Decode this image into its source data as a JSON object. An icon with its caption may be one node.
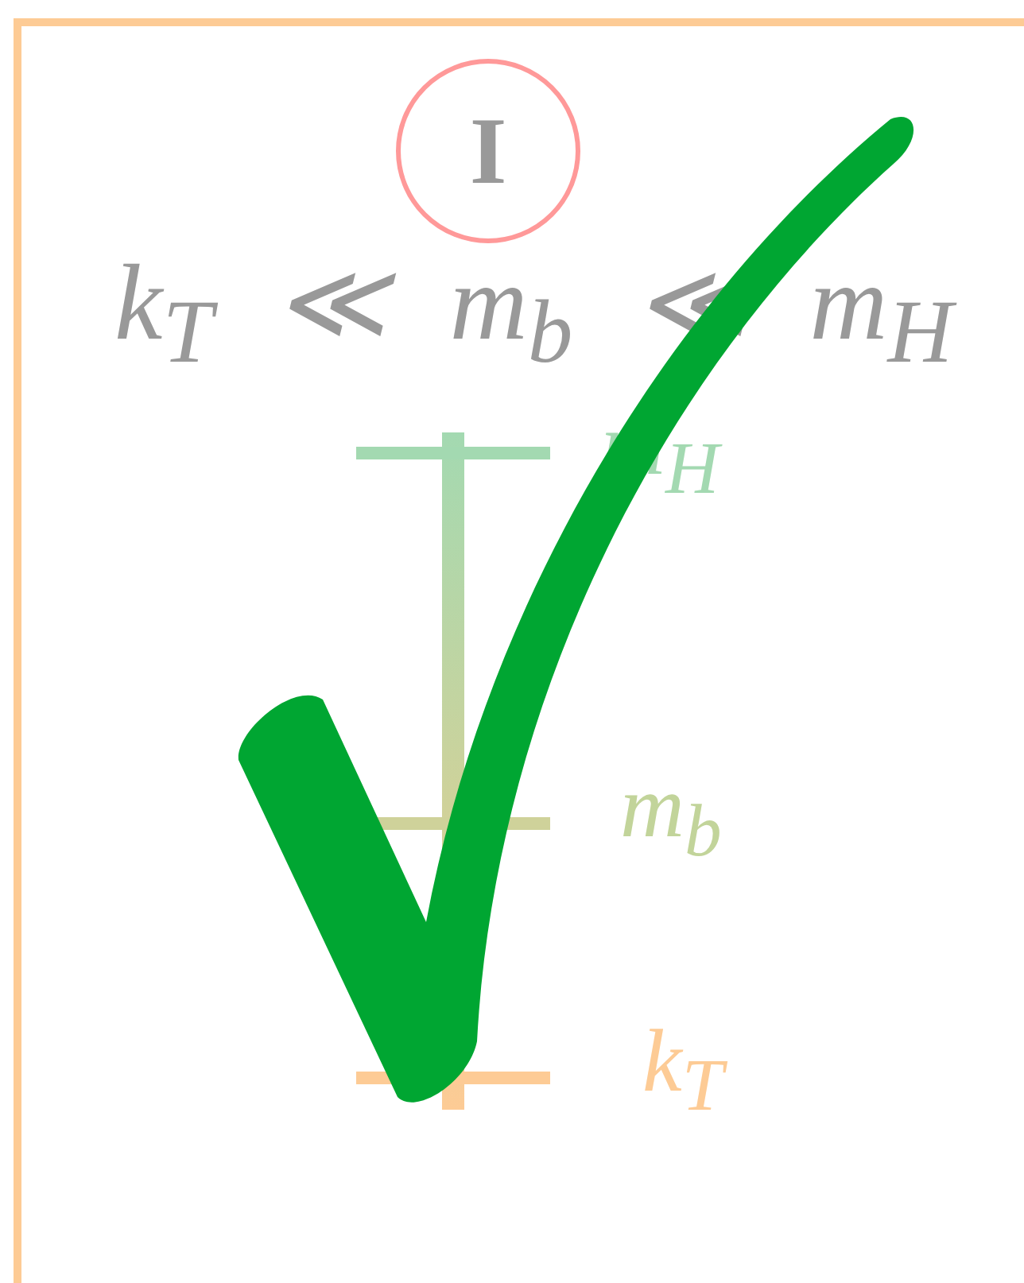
{
  "diagram": {
    "nodes": [
      {
        "text": [
          "I"
        ]
      }
    ],
    "labels": [
      "k$_{T}$ ≪ m$_{b}$ ≪ m$_{H}$",
      "m$_{H}$",
      "m$_{b}$",
      "k$_{T}$"
    ]
  }
}
